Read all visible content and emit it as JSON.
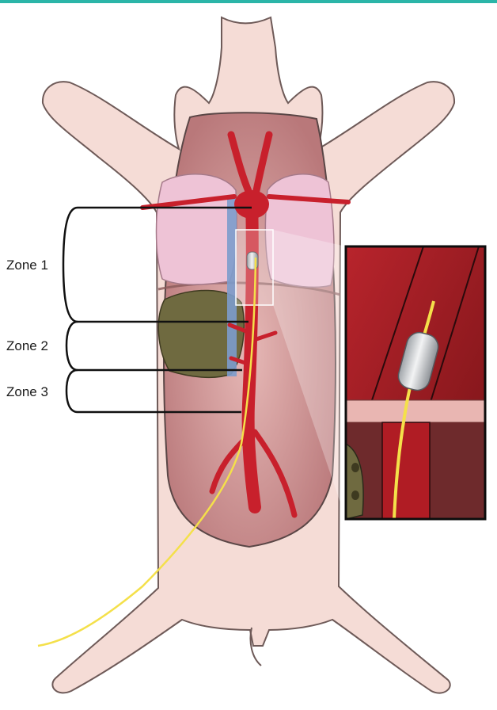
{
  "figure": {
    "zones": [
      {
        "label": "Zone 1"
      },
      {
        "label": "Zone 2"
      },
      {
        "label": "Zone 3"
      }
    ]
  },
  "colors": {
    "top_bar": "#2bb5a8",
    "skin": "#f5dcd6",
    "skin_outline": "#6e5a58",
    "cavity": "#d9a8a6",
    "aorta": "#c8202c",
    "lung": "#eec3d6",
    "liver": "#6f6a40",
    "vena_cava": "#7c9ccc",
    "catheter": "#f4e04a",
    "balloon": "#c8ccd0"
  }
}
